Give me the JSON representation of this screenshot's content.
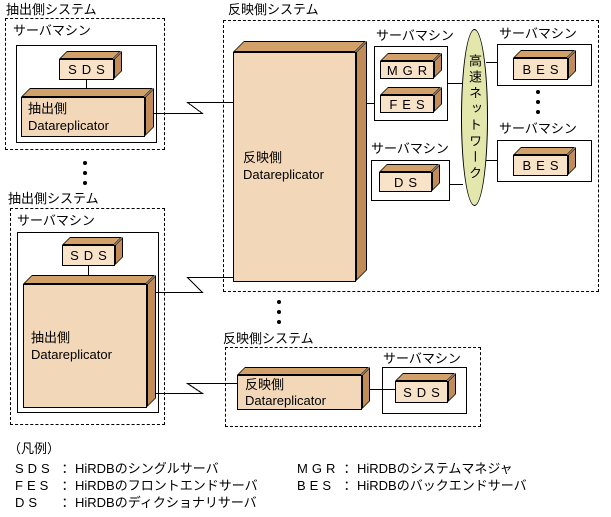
{
  "labels": {
    "extract_system": "抽出側システム",
    "reflect_system": "反映側システム",
    "server_machine": "サーバマシン",
    "extract_side": "抽出側",
    "reflect_side": "反映側",
    "datareplicator": "Datareplicator",
    "network": "高速ネットワーク"
  },
  "boxes": {
    "sds": "SDS",
    "mgr": "MGR",
    "fes": "FES",
    "ds": "DS",
    "bes": "BES"
  },
  "legend": {
    "title": "（凡例）",
    "separator": "：",
    "left": [
      {
        "abbr": "SDS",
        "desc": "HiRDBのシングルサーバ"
      },
      {
        "abbr": "FES",
        "desc": "HiRDBのフロントエンドサーバ"
      },
      {
        "abbr": "DS",
        "desc": "HiRDBのディクショナリサーバ"
      }
    ],
    "right": [
      {
        "abbr": "MGR",
        "desc": "HiRDBのシステムマネジャ"
      },
      {
        "abbr": "BES",
        "desc": "HiRDBのバックエンドサーバ"
      }
    ]
  },
  "colors": {
    "box_face": "#F8E2C8",
    "repl_face": "#F2D7B8",
    "bevel_top": "#D2A069",
    "bevel_side": "#C28C58",
    "network_fill": "#E3E7AC",
    "line": "#000000"
  }
}
